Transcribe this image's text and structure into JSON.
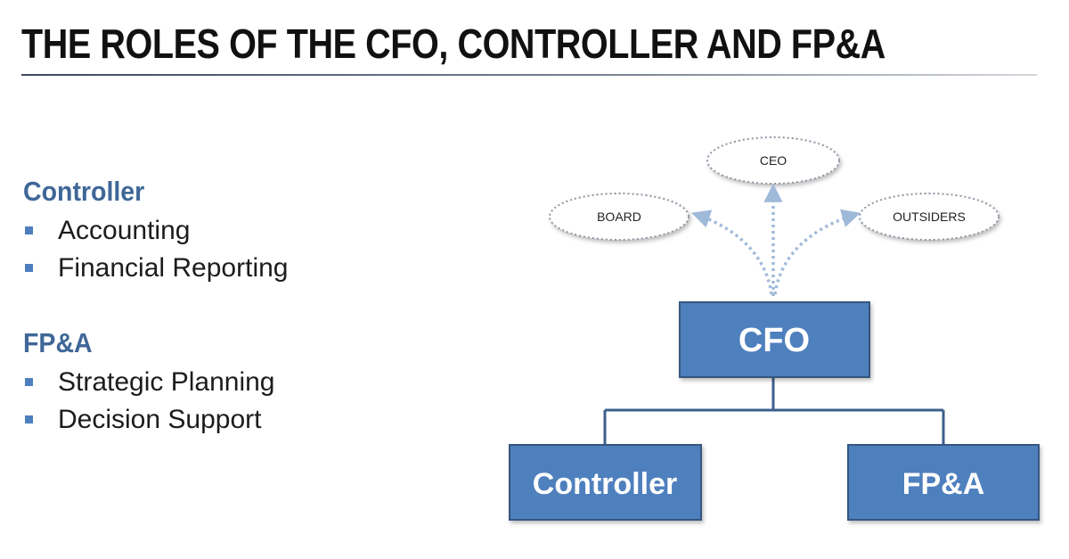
{
  "title": "THE ROLES OF THE CFO, CONTROLLER AND FP&A",
  "sections": [
    {
      "heading": "Controller",
      "items": [
        "Accounting",
        "Financial Reporting"
      ]
    },
    {
      "heading": "FP&A",
      "items": [
        "Strategic Planning",
        "Decision Support"
      ]
    }
  ],
  "diagram": {
    "stakeholders": {
      "left": "BOARD",
      "top": "CEO",
      "right": "OUTSIDERS"
    },
    "boxes": {
      "top": "CFO",
      "left": "Controller",
      "right": "FP&A"
    }
  },
  "colors": {
    "heading": "#3f6797",
    "box_fill": "#4f80be",
    "box_border": "#35567f",
    "dotted_arrow": "#9fb9d9",
    "bullet": "#4d7fbf"
  }
}
